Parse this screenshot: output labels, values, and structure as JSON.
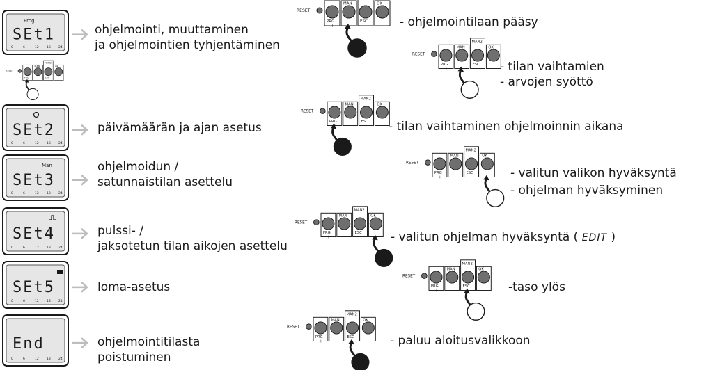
{
  "panels": [
    {
      "label": "SEt1",
      "top_text": "Prog",
      "top_icon": "",
      "desc": [
        "ohjelmointi, muuttaminen",
        "ja ohjelmointien tyhjentäminen"
      ]
    },
    {
      "label": "SEt2",
      "top_text": "",
      "top_icon": "clock-icon",
      "desc": [
        "päivämäärän ja ajan asetus"
      ]
    },
    {
      "label": "SEt3",
      "top_text": "Man",
      "top_icon": "",
      "desc": [
        "ohjelmoidun /",
        "satunnaistilan asettelu"
      ]
    },
    {
      "label": "SEt4",
      "top_text": "",
      "top_icon": "pulse-icon",
      "desc": [
        "pulssi- /",
        "jaksotetun tilan aikojen asettelu"
      ]
    },
    {
      "label": "SEt5",
      "top_text": "",
      "top_icon": "suitcase-icon",
      "desc": [
        "loma-asetus"
      ]
    },
    {
      "label": "End",
      "top_text": "",
      "top_icon": "",
      "desc": [
        "ohjelmointitilasta",
        "poistuminen"
      ]
    }
  ],
  "scale_ticks": [
    "0",
    "6",
    "12",
    "18",
    "24"
  ],
  "buttons": {
    "reset": "RESET",
    "prg": "PRG",
    "plus": "+",
    "man": "MAN",
    "minus": "–",
    "man2": "MAN2",
    "esc": "ESC",
    "ok": "OK"
  },
  "actions": [
    {
      "text": "- ohjelmointilaan pääsy"
    },
    {
      "text": "- tilan vaihtamien"
    },
    {
      "text": "- arvojen syöttö"
    },
    {
      "text": "- tilan vaihtaminen ohjelmoinnin aikana"
    },
    {
      "text": "- valitun valikon hyväksyntä"
    },
    {
      "text": "- ohjelman hyväksyminen"
    },
    {
      "text": "- valitun ohjelman hyväksyntä ( ",
      "edit": "EDIT",
      "tail": " )"
    },
    {
      "text": "-taso ylös"
    },
    {
      "text": "- paluu aloitusvalikkoon"
    }
  ],
  "colors": {
    "ink": "#1a1a1a",
    "lcd_bg": "#e6e6e6",
    "arrow": "#bdbdbd",
    "button": "#6f6f6f"
  }
}
